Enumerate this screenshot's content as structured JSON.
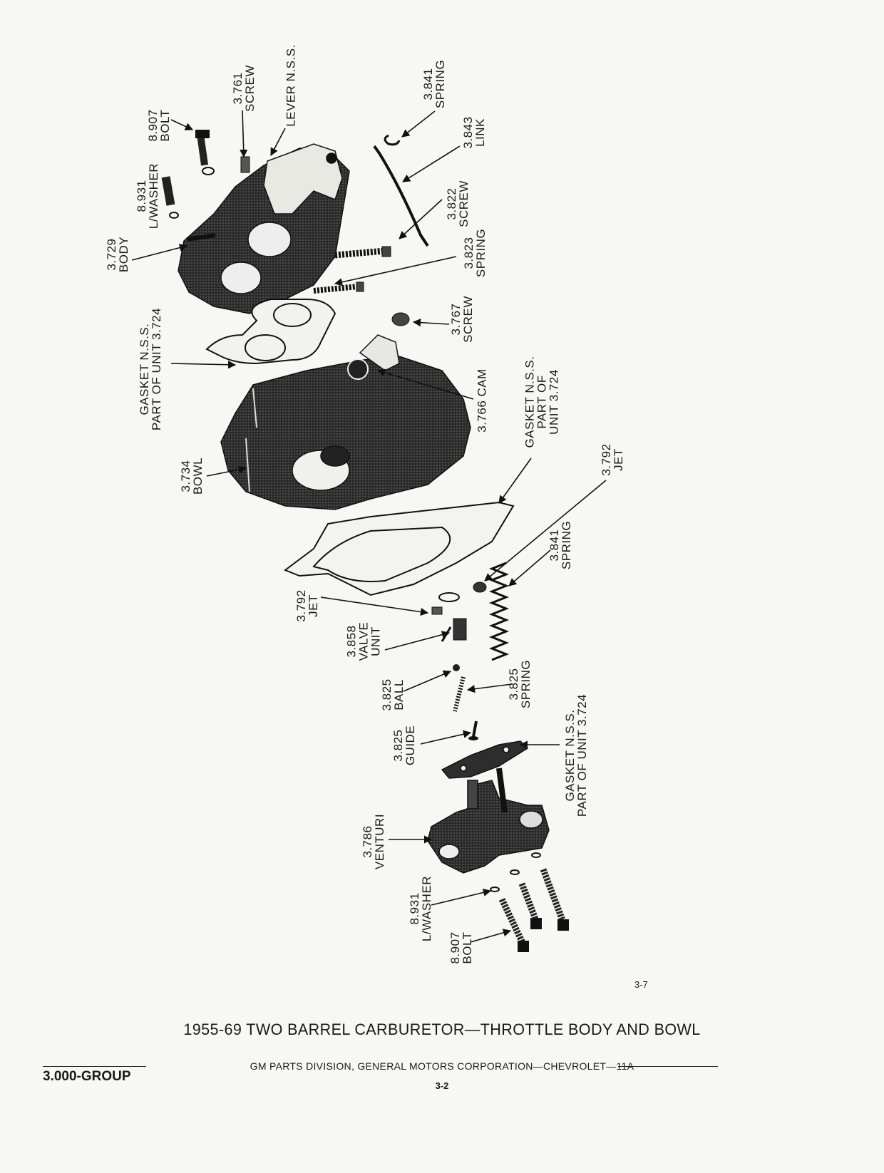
{
  "labels": {
    "bolt_top": [
      "8.907",
      "BOLT"
    ],
    "screw_3761": [
      "3.761",
      "SCREW"
    ],
    "lever": [
      "LEVER N.S.S."
    ],
    "spring_3841_top": [
      "3.841",
      "SPRING"
    ],
    "link": [
      "3.843",
      "LINK"
    ],
    "lwasher_top": [
      "8.931",
      "L/WASHER"
    ],
    "screw_3822": [
      "3.822",
      "SCREW"
    ],
    "body": [
      "3.729",
      "BODY"
    ],
    "spring_3823": [
      "3.823",
      "SPRING"
    ],
    "screw_3767": [
      "3.767",
      "SCREW"
    ],
    "gasket_top": [
      "GASKET N.S.S.",
      "PART OF UNIT 3.724"
    ],
    "cam": [
      "3.766 CAM"
    ],
    "gasket_mid": [
      "GASKET N.S.S.",
      "PART OF",
      "UNIT 3.724"
    ],
    "jet_right": [
      "3.792",
      "JET"
    ],
    "bowl": [
      "3.734",
      "BOWL"
    ],
    "spring_3841_mid": [
      "3.841",
      "SPRING"
    ],
    "jet_left": [
      "3.792",
      "JET"
    ],
    "valve": [
      "3.858",
      "VALVE",
      "UNIT"
    ],
    "ball": [
      "3.825",
      "BALL"
    ],
    "spring_3825": [
      "3.825",
      "SPRING"
    ],
    "guide": [
      "3.825",
      "GUIDE"
    ],
    "gasket_bottom": [
      "GASKET N.S.S.",
      "PART OF UNIT 3.724"
    ],
    "venturi": [
      "3.786",
      "VENTURI"
    ],
    "lwasher_bottom": [
      "8.931",
      "L/WASHER"
    ],
    "bolt_bottom": [
      "8.907",
      "BOLT"
    ]
  },
  "figure_number": "3-7",
  "caption": "1955-69 TWO BARREL CARBURETOR—THROTTLE BODY AND BOWL",
  "footer": "GM PARTS DIVISION, GENERAL MOTORS CORPORATION—CHEVROLET—11A",
  "group": "3.000-GROUP",
  "page": "3-2"
}
